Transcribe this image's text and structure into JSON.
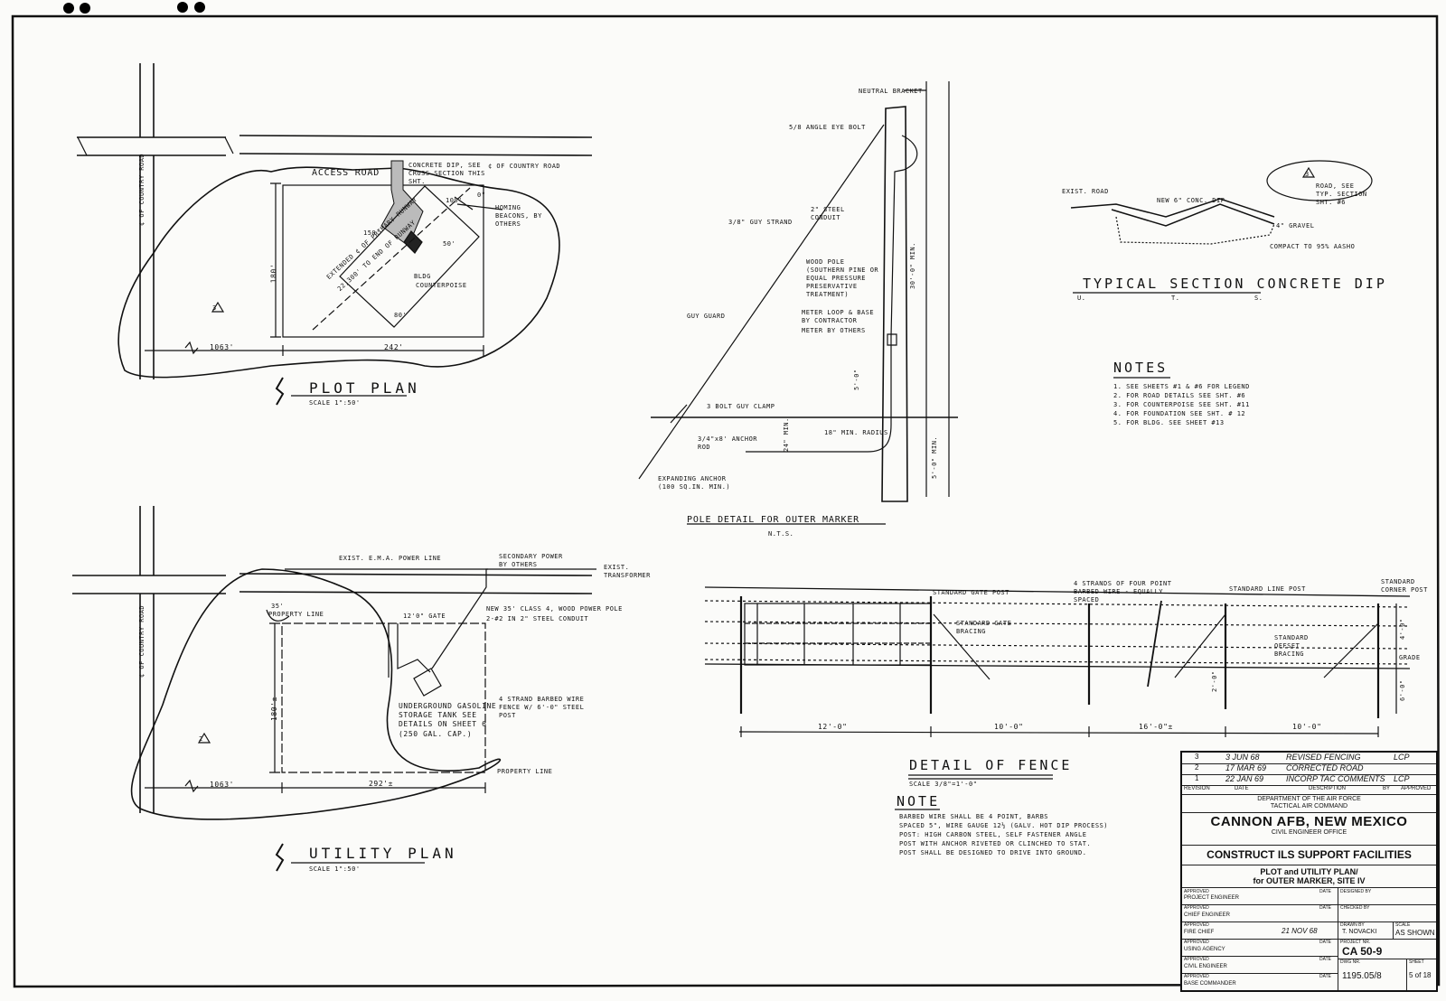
{
  "plot_plan": {
    "title": "PLOT PLAN",
    "scale": "SCALE      1\":50'",
    "road_label": "¢ OF COUNTRY ROAD",
    "road_label_vertical": "¢ OF COUNTRY ROAD",
    "access_road": "ACCESS ROAD",
    "concrete_dip": "CONCRETE DIP, SEE CROSS SECTION THIS SHT.",
    "homing_beacons": "HOMING BEACONS, BY OTHERS",
    "bldg": "BLDG",
    "counterpoise": "COUNTERPOISE",
    "extended": "EXTENDED ¢ OF PRIMARY RUNWAY",
    "distance": "22,300' TO END OF RUNWAY",
    "dim_180": "180'",
    "dim_1063": "1063'",
    "dim_242": "242'",
    "dim_100": "100'",
    "dim_150": "150'",
    "dim_50": "50'",
    "dim_80": "80'",
    "deg": "0°",
    "rev_mark": "3"
  },
  "utility_plan": {
    "title": "UTILITY PLAN",
    "scale": "SCALE      1\":50'",
    "exist_power": "EXIST. E.M.A. POWER LINE",
    "secondary_power": "SECONDARY POWER BY OTHERS",
    "exist_transformer": "EXIST. TRANSFORMER",
    "property_line": "PROPERTY LINE",
    "gate": "12'0\" GATE",
    "power_pole": "NEW 35' CLASS 4, WOOD POWER POLE",
    "conduit": "2-#2 IN 2\" STEEL CONDUIT",
    "barbed_wire": "4 STRAND BARBED WIRE FENCE W/ 6'-0\" STEEL POST",
    "tank": "UNDERGROUND GASOLINE STORAGE TANK SEE DETAILS ON SHEET 6",
    "tank_cap": "(250 GAL. CAP.)",
    "road_label_vertical": "¢ OF COUNTRY ROAD",
    "property_line_2": "PROPERTY LINE",
    "dim_180": "180'±",
    "dim_1063": "1063'",
    "dim_292": "292'±",
    "dim_35": "35'",
    "rev_mark": "2"
  },
  "pole_detail": {
    "title": "POLE DETAIL FOR OUTER MARKER",
    "nts": "N.T.S.",
    "neutral_bracket": "NEUTRAL BRACKET",
    "eye_bolt": "5/8 ANGLE EYE BOLT",
    "guy_strand": "3/8\" GUY STRAND",
    "conduit": "2\" STEEL CONDUIT",
    "wood_pole": "WOOD POLE (SOUTHERN PINE OR EQUAL PRESSURE PRESERVATIVE TREATMENT)",
    "meter_loop": "METER LOOP & BASE BY CONTRACTOR",
    "meter": "METER BY OTHERS",
    "guy_guard": "GUY GUARD",
    "clamp": "3 BOLT GUY CLAMP",
    "anchor_rod": "3/4\"x8' ANCHOR ROD",
    "expanding_anchor": "EXPANDING ANCHOR (100 SQ.IN. MIN.)",
    "radius": "18\" MIN. RADIUS",
    "dim_30": "30'-0\" MIN.",
    "dim_5": "5'-0\"",
    "dim_5min": "5'-0\" MIN.",
    "dim_24": "24\" MIN."
  },
  "section": {
    "title": "TYPICAL SECTION CONCRETE DIP",
    "exist_road": "EXIST. ROAD",
    "new_conc": "NEW 6\" CONC. DIP",
    "gravel": "4\" GRAVEL",
    "compact": "COMPACT TO 95% AASHO",
    "road_see": "ROAD, SEE TYP. SECTION SHT. #6",
    "rev_mark": "3",
    "u": "U.",
    "t": "T.",
    "s": "S."
  },
  "notes": {
    "title": "NOTES",
    "items": [
      "1.   SEE SHEETS #1 & #6 FOR LEGEND",
      "2.   FOR ROAD DETAILS SEE SHT. #6",
      "3.   FOR COUNTERPOISE SEE SHT. #11",
      "4.   FOR FOUNDATION SEE SHT. # 12",
      "5.   FOR BLDG. SEE SHEET #13"
    ]
  },
  "fence": {
    "title": "DETAIL OF FENCE",
    "scale": "SCALE      3/8\"=1'-0\"",
    "std_gate_post": "STANDARD GATE POST",
    "strands": "4 STRANDS OF FOUR POINT BARBED WIRE - EQUALLY SPACED",
    "std_line_post": "STANDARD LINE POST",
    "std_corner_post": "STANDARD CORNER POST",
    "gate_bracing": "STANDARD GATE BRACING",
    "offset_bracing": "STANDARD OFFSET BRACING",
    "grade": "GRADE",
    "dim_12": "12'-0\"",
    "dim_10a": "10'-0\"",
    "dim_16": "16'-0\"±",
    "dim_10b": "10'-0\"",
    "dim_4": "4'-0\"",
    "dim_2": "2'-0\"",
    "dim_6": "6'-0\""
  },
  "note": {
    "title": "NOTE",
    "text": [
      "BARBED WIRE SHALL BE 4 POINT, BARBS",
      "SPACED 5\", WIRE GAUGE 12½ (GALV. HOT DIP PROCESS)",
      "POST: HIGH CARBON STEEL, SELF FASTENER ANGLE",
      "POST WITH ANCHOR RIVETED OR CLINCHED TO STAT.",
      "POST SHALL BE DESIGNED TO DRIVE INTO GROUND."
    ]
  },
  "title_block": {
    "revisions": [
      {
        "mark": "3",
        "date": "3 JUN 68",
        "desc": "REVISED FENCING",
        "by": "LCP",
        "approved": ""
      },
      {
        "mark": "2",
        "date": "17 MAR 69",
        "desc": "CORRECTED ROAD",
        "by": "",
        "approved": ""
      },
      {
        "mark": "1",
        "date": "22 JAN 69",
        "desc": "INCORP TAC COMMENTS",
        "by": "LCP",
        "approved": ""
      }
    ],
    "rev_headers": [
      "REVISION",
      "DATE",
      "DESCRIPTION",
      "BY",
      "APPROVED"
    ],
    "dept": "DEPARTMENT OF THE AIR FORCE",
    "command": "TACTICAL AIR COMMAND",
    "base": "CANNON AFB, NEW MEXICO",
    "office": "CIVIL ENGINEER OFFICE",
    "project": "CONSTRUCT ILS SUPPORT FACILITIES",
    "sheet_title_1": "PLOT and UTILITY PLAN/",
    "sheet_title_2": "for OUTER MARKER, SITE IV",
    "approvals": [
      "PROJECT ENGINEER",
      "CHIEF ENGINEER",
      "FIRE CHIEF",
      "USING AGENCY",
      "CIVIL ENGINEER",
      "BASE COMMANDER"
    ],
    "approved": "APPROVED",
    "date": "DATE",
    "designed_by": "DESIGNED BY",
    "checked_by": "CHECKED BY",
    "drawn_by": "DRAWN BY",
    "drawn_name": "T. NOVACKI",
    "scale_label": "SCALE",
    "scale_value": "AS SHOWN",
    "project_nr_label": "PROJECT NR.",
    "project_nr": "CA 50-9",
    "dwg_nr_label": "DWG NR.",
    "dwg_nr": "1195.05/8",
    "sheet_label": "SHEET",
    "sheet": "5 of 18",
    "fire_date": "21 NOV 68"
  }
}
